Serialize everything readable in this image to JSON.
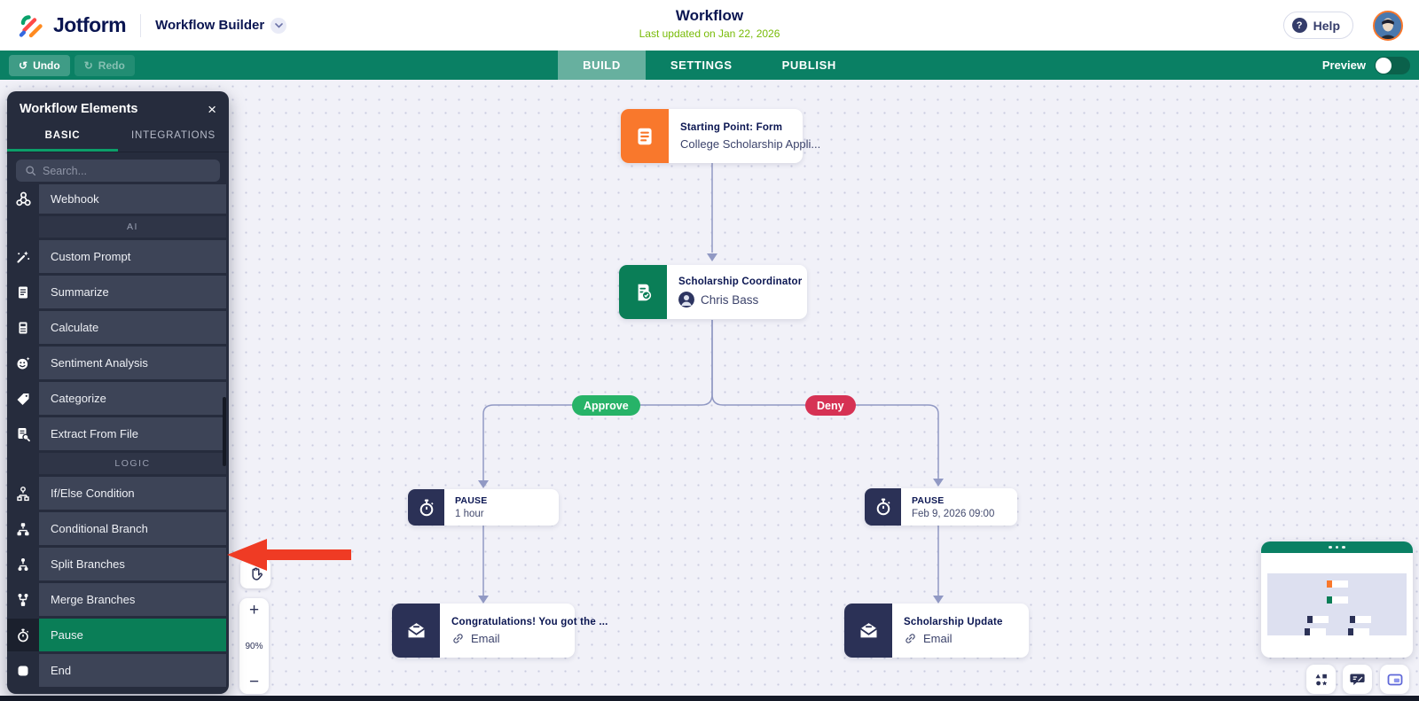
{
  "header": {
    "logo_text": "Jotform",
    "app_name": "Workflow Builder",
    "title": "Workflow",
    "subtitle": "Last updated on Jan 22, 2026",
    "help_label": "Help"
  },
  "toolbar": {
    "undo_label": "Undo",
    "redo_label": "Redo",
    "tabs": [
      {
        "label": "BUILD"
      },
      {
        "label": "SETTINGS"
      },
      {
        "label": "PUBLISH"
      }
    ],
    "active_tab": "BUILD",
    "preview_label": "Preview",
    "preview_on": false
  },
  "panel": {
    "title": "Workflow Elements",
    "tabs": [
      {
        "label": "BASIC"
      },
      {
        "label": "INTEGRATIONS"
      }
    ],
    "active_tab": "BASIC",
    "search_placeholder": "Search...",
    "items_top": [
      {
        "label": "Webhook",
        "icon": "webhook-icon"
      }
    ],
    "sections": [
      {
        "label": "AI",
        "items": [
          {
            "label": "Custom Prompt",
            "icon": "magic-wand-icon"
          },
          {
            "label": "Summarize",
            "icon": "summarize-icon"
          },
          {
            "label": "Calculate",
            "icon": "calculate-icon"
          },
          {
            "label": "Sentiment Analysis",
            "icon": "sentiment-icon"
          },
          {
            "label": "Categorize",
            "icon": "categorize-icon"
          },
          {
            "label": "Extract From File",
            "icon": "extract-file-icon"
          }
        ]
      },
      {
        "label": "LOGIC",
        "items": [
          {
            "label": "If/Else Condition",
            "icon": "if-else-icon"
          },
          {
            "label": "Conditional Branch",
            "icon": "conditional-branch-icon"
          },
          {
            "label": "Split Branches",
            "icon": "split-branches-icon"
          },
          {
            "label": "Merge Branches",
            "icon": "merge-branches-icon"
          },
          {
            "label": "Pause",
            "icon": "stopwatch-icon",
            "selected": true
          },
          {
            "label": "End",
            "icon": "end-icon"
          }
        ]
      }
    ],
    "selected_item": "Pause"
  },
  "canvas": {
    "zoom_level": "90%",
    "branch_labels": {
      "approve": "Approve",
      "deny": "Deny"
    },
    "nodes": {
      "start": {
        "title": "Starting Point: Form",
        "subtitle": "College Scholarship Appli..."
      },
      "approval": {
        "title": "Scholarship Coordinator",
        "assignee": "Chris Bass"
      },
      "pause_left": {
        "title": "PAUSE",
        "subtitle": "1 hour"
      },
      "pause_right": {
        "title": "PAUSE",
        "subtitle": "Feb 9, 2026 09:00"
      },
      "email_left": {
        "title": "Congratulations! You got the ...",
        "subtitle": "Email"
      },
      "email_right": {
        "title": "Scholarship Update",
        "subtitle": "Email"
      }
    }
  },
  "colors": {
    "teal": "#0a8064",
    "navy": "#0a1551",
    "lime_green": "#78bb07",
    "panel_bg": "#262c3d",
    "row_bg": "#3d4457",
    "selected_green": "#0a7e57",
    "orange": "#f9782c",
    "node_navy": "#2b3156",
    "approve_green": "#27b368",
    "deny_red": "#d63254",
    "connector": "#9199c4",
    "arrow_red": "#ef3b24"
  }
}
